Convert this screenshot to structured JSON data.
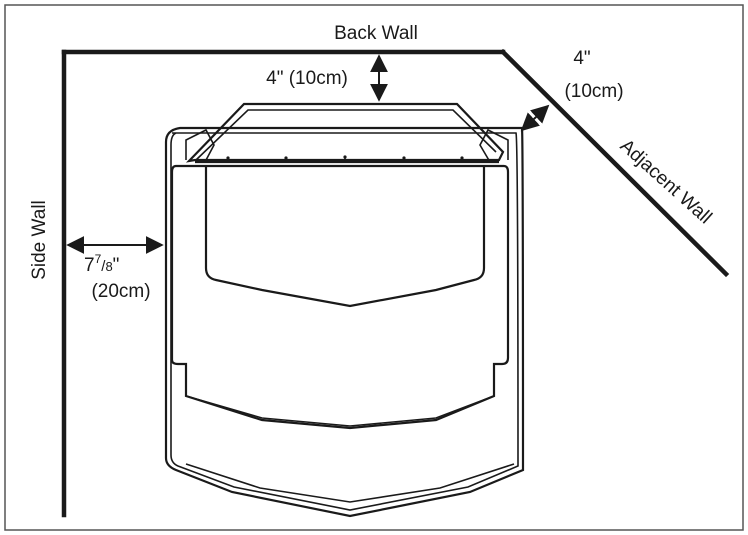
{
  "labels": {
    "back_wall": "Back Wall",
    "side_wall": "Side Wall",
    "adjacent_wall": "Adjacent Wall",
    "back_clearance": "4\" (10cm)",
    "corner_clearance_inch": "4\"",
    "corner_clearance_cm": "(10cm)",
    "side_clearance_whole": "7",
    "side_clearance_num": "7",
    "side_clearance_den": "8",
    "side_clearance_unit": "\"",
    "side_clearance_cm": "(20cm)"
  },
  "colors": {
    "line": "#1a1a1a",
    "background": "#ffffff",
    "frame": "#555555"
  }
}
